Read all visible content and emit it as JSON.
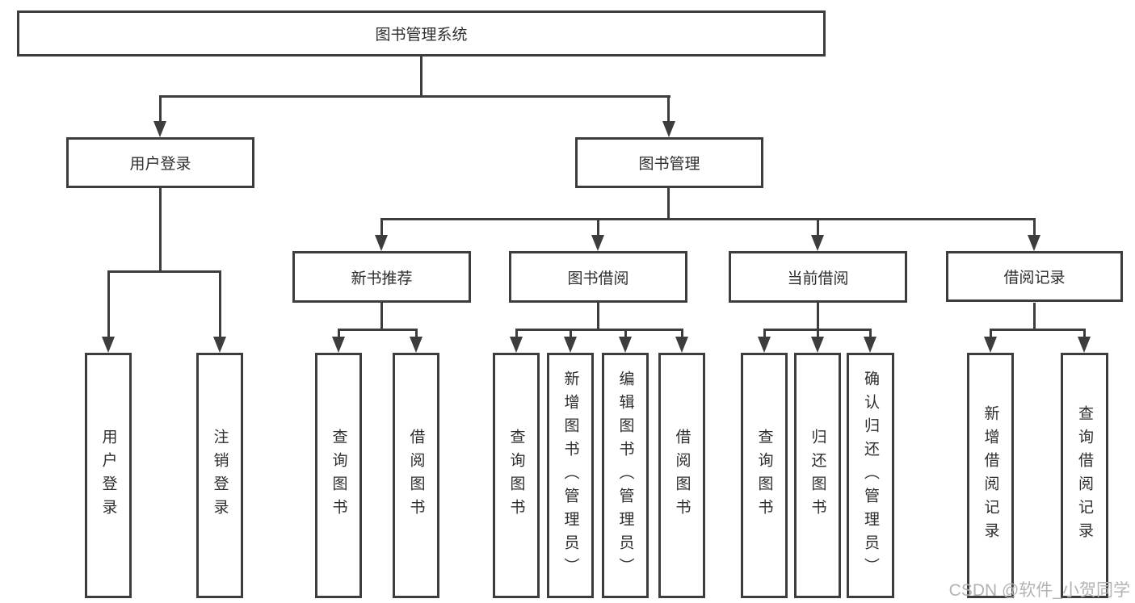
{
  "diagram": {
    "type": "tree",
    "tree": {
      "label": "图书管理系统",
      "children": [
        {
          "label": "用户登录",
          "children": [
            {
              "label": "用户登录"
            },
            {
              "label": "注销登录"
            }
          ]
        },
        {
          "label": "图书管理",
          "children": [
            {
              "label": "新书推荐",
              "children": [
                {
                  "label": "查询图书"
                },
                {
                  "label": "借阅图书"
                }
              ]
            },
            {
              "label": "图书借阅",
              "children": [
                {
                  "label": "查询图书"
                },
                {
                  "label": "新增图书（管理员）"
                },
                {
                  "label": "编辑图书（管理员）"
                },
                {
                  "label": "借阅图书"
                }
              ]
            },
            {
              "label": "当前借阅",
              "children": [
                {
                  "label": "查询图书"
                },
                {
                  "label": "归还图书"
                },
                {
                  "label": "确认归还（管理员）"
                }
              ]
            },
            {
              "label": "借阅记录",
              "children": [
                {
                  "label": "新增借阅记录"
                },
                {
                  "label": "查询借阅记录"
                }
              ]
            }
          ]
        }
      ]
    }
  },
  "watermark": {
    "text": "CSDN @软件_小贺同学"
  },
  "colors": {
    "line": "#3d3d3d",
    "text": "#2e2e2e",
    "background": "#ffffff",
    "watermark": "#b3b3b3"
  }
}
